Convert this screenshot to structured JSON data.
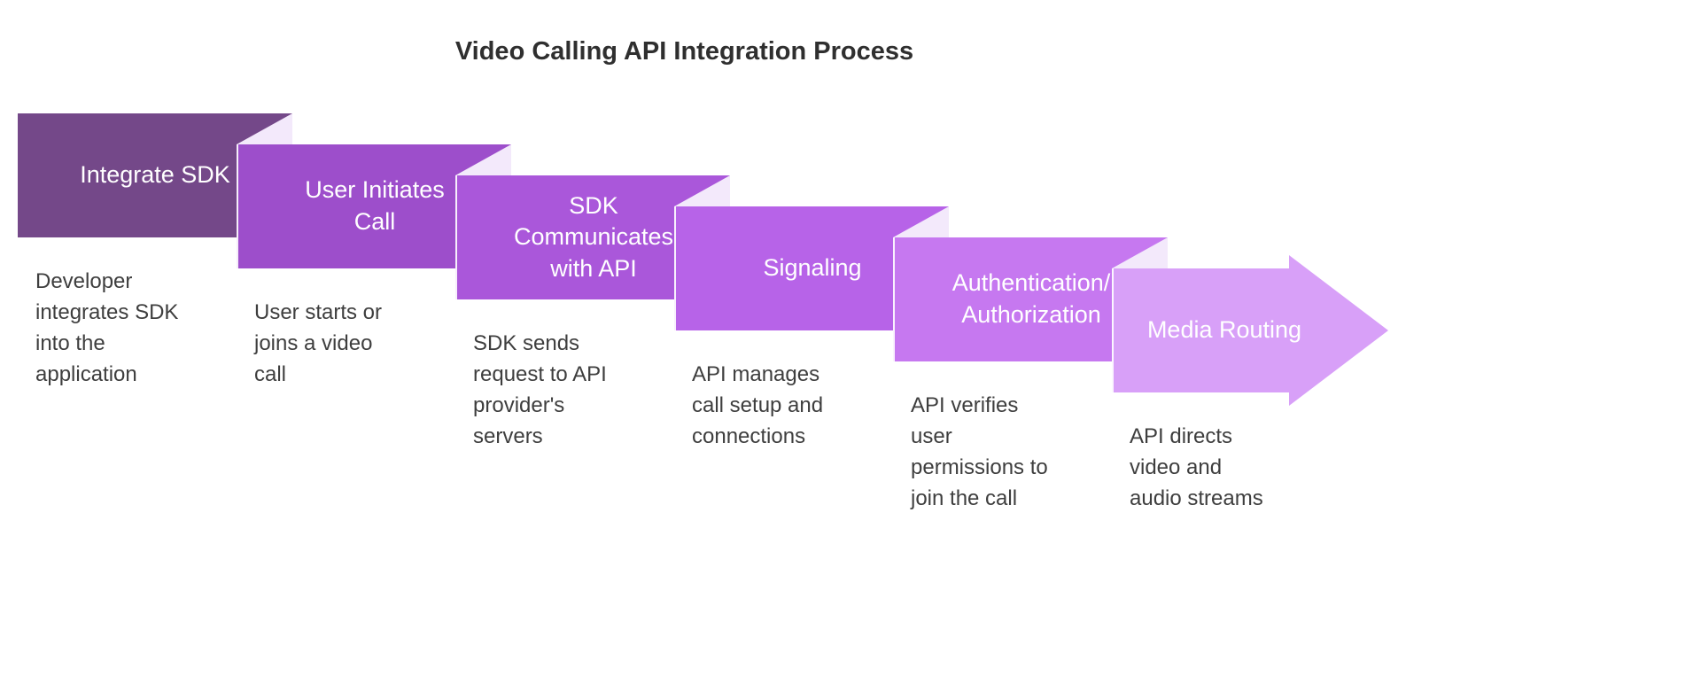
{
  "title": "Video Calling API Integration Process",
  "steps": [
    {
      "label": "Integrate SDK",
      "description": "Developer integrates SDK into the application",
      "color": "#744889"
    },
    {
      "label": "User Initiates Call",
      "description": "User starts or joins a video call",
      "color": "#9d4ecb"
    },
    {
      "label": "SDK Communicates with API",
      "description": "SDK sends request to API provider's servers",
      "color": "#aa57da"
    },
    {
      "label": "Signaling",
      "description": "API manages call setup and connections",
      "color": "#b763e8"
    },
    {
      "label": "Authentication/ Authorization",
      "description": "API verifies user permissions to join the call",
      "color": "#c678f0"
    },
    {
      "label": "Media Routing",
      "description": "API directs video and audio streams",
      "color": "#d8a0f8"
    }
  ],
  "colors": {
    "background": "#ffffff",
    "fold": "#f3e9fb",
    "edge_highlight": "#ffffff",
    "title_text": "#2f2f2f",
    "description_text": "#3e3e3e",
    "label_text": "#ffffff"
  }
}
